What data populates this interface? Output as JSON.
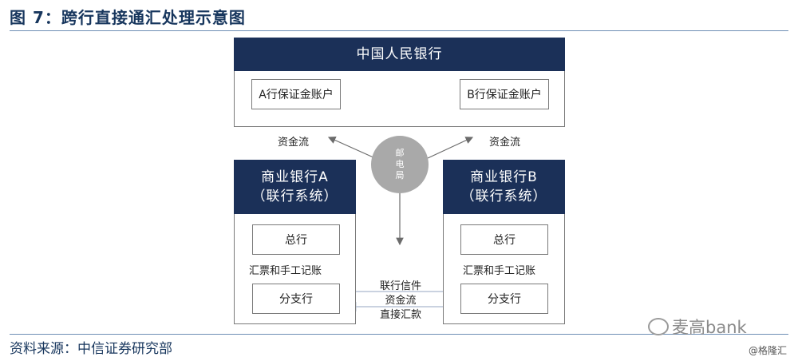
{
  "title": "图 7：跨行直接通汇处理示意图",
  "source": "资料来源：中信证券研究部",
  "pboc": {
    "name": "中国人民银行",
    "account_a": "A行保证金账户",
    "account_b": "B行保证金账户"
  },
  "flow_left": "资金流",
  "flow_right": "资金流",
  "post_office": "邮电局",
  "bank_a": {
    "name": "商业银行A",
    "system": "（联行系统）",
    "head_office": "总行",
    "process": "汇票和手工记账",
    "branch": "分支行"
  },
  "bank_b": {
    "name": "商业银行B",
    "system": "（联行系统）",
    "head_office": "总行",
    "process": "汇票和手工记账",
    "branch": "分支行"
  },
  "center_flow": {
    "line1": "联行信件",
    "line2": "资金流",
    "line3": "直接汇款"
  },
  "watermark": "麦高bank",
  "credit": "@格隆汇",
  "colors": {
    "navy": "#1b3058",
    "title": "#17365d",
    "circle": "#a9a9a9"
  }
}
